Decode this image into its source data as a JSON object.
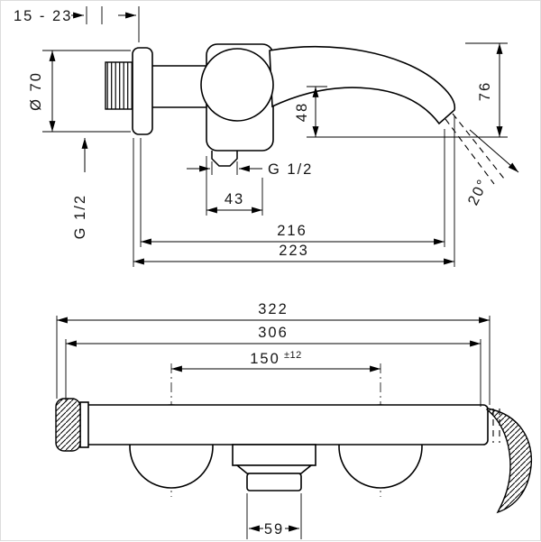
{
  "image": {
    "background": "#ffffff",
    "line_color": "#000000",
    "border_color": "#dcdcdc"
  },
  "side_view": {
    "dimensions": {
      "wall_depth_range": "15 - 23",
      "escutcheon_diameter": "Ø 70",
      "inlet_thread": "G 1/2",
      "spout_height": "48",
      "overall_height": "76",
      "outlet_thread": "G 1/2",
      "outlet_offset": "43",
      "spout_reach": "216",
      "overall_depth": "223",
      "stream_angle": "20°"
    }
  },
  "front_view": {
    "dimensions": {
      "overall_width": "322",
      "body_width": "306",
      "connection_distance": "150",
      "connection_tolerance": "±12",
      "outlet_width": "59"
    }
  }
}
